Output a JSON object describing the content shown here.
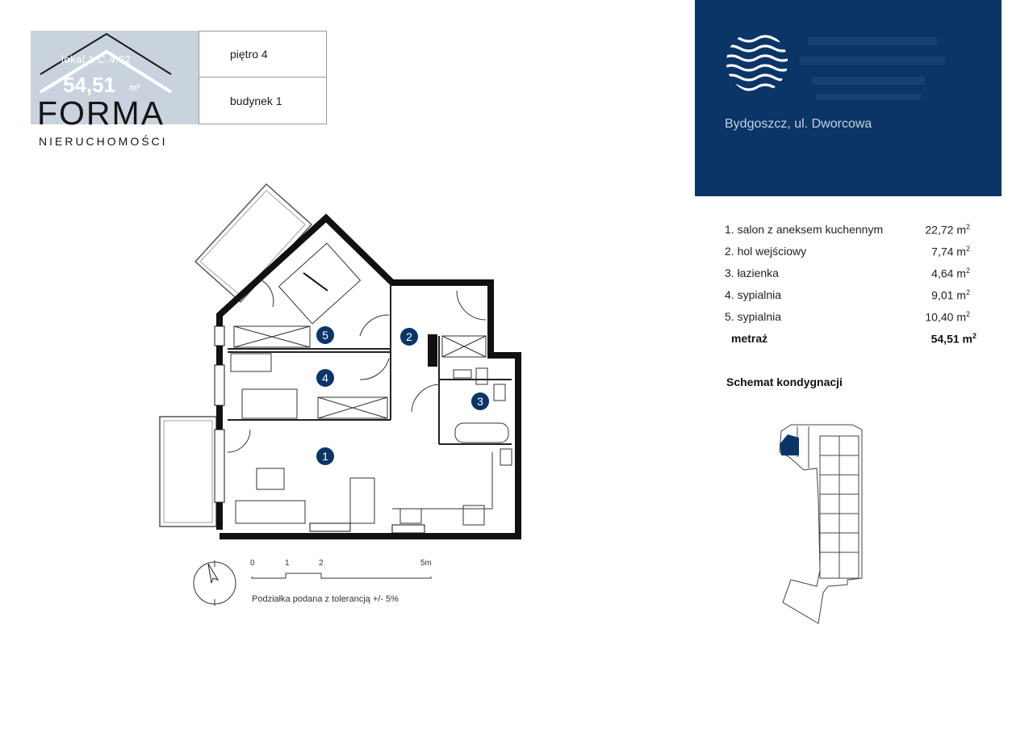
{
  "header": {
    "unit_label": "lokal 1.C.4.02",
    "unit_area_value": "54,51",
    "unit_area_unit": "m²",
    "floor": "piętro 4",
    "building": "budynek 1"
  },
  "logo": {
    "name": "FORMA",
    "subtitle": "NIERUCHOMOŚCI",
    "icon": "roof-icon"
  },
  "project": {
    "location": "Bydgoszcz, ul. Dworcowa",
    "icon": "waves-globe-icon",
    "panel_color": "#0b3567"
  },
  "rooms": [
    {
      "number": "1",
      "name": "1. salon z aneksem kuchennym",
      "area": "22,72 m",
      "unit_sup": "2"
    },
    {
      "number": "2",
      "name": "2. hol wejściowy",
      "area": "7,74 m",
      "unit_sup": "2"
    },
    {
      "number": "3",
      "name": "3. łazienka",
      "area": "4,64 m",
      "unit_sup": "2"
    },
    {
      "number": "4",
      "name": "4. sypialnia",
      "area": "9,01 m",
      "unit_sup": "2"
    },
    {
      "number": "5",
      "name": "5. sypialnia",
      "area": "10,40 m",
      "unit_sup": "2"
    }
  ],
  "total": {
    "label": "metraż",
    "area": "54,51 m",
    "unit_sup": "2"
  },
  "schema_title": "Schemat kondygnacji",
  "scale": {
    "ticks": [
      "0",
      "1",
      "2",
      "5m"
    ],
    "note": "Podziałka podana z tolerancją +/- 5%"
  },
  "colors": {
    "accent": "#0b3567",
    "card": "#c9d3de",
    "marker": "#0b3567"
  }
}
